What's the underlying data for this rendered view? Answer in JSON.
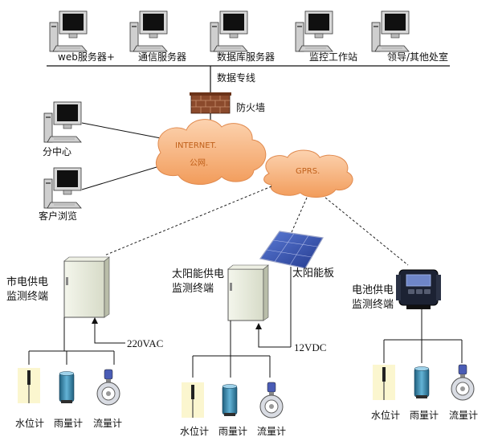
{
  "servers": [
    {
      "label": "web服务器+",
      "icon": "server-computer-icon"
    },
    {
      "label": "通信服务器",
      "icon": "server-computer-icon"
    },
    {
      "label": "数据库服务器",
      "icon": "server-computer-icon"
    },
    {
      "label": "监控工作站",
      "icon": "server-computer-icon"
    },
    {
      "label": "领导/其他处室",
      "icon": "server-computer-icon"
    }
  ],
  "network": {
    "data_line": "数据专线",
    "firewall": "防火墙",
    "internet_line1": "INTERNET.",
    "internet_line2": "公网.",
    "gprs": "GPRS."
  },
  "clients": {
    "branch_center": "分中心",
    "customer_browse": "客户浏览"
  },
  "terminals": {
    "mains": {
      "line1": "市电供电",
      "line2": "监测终端",
      "voltage": "220VAC"
    },
    "solar": {
      "line1": "太阳能供电",
      "line2": "监测终端",
      "panel": "太阳能板",
      "voltage": "12VDC"
    },
    "battery": {
      "line1": "电池供电",
      "line2": "监测终端"
    }
  },
  "sensors": {
    "water_level": "水位计",
    "rain_gauge": "雨量计",
    "flow_meter": "流量计"
  },
  "colors": {
    "cloud_fill": "#f7b27a",
    "cloud_text": "#c0601a",
    "cabinet_fill": "#e9ecdf",
    "firewall_fill": "#8b4a2c",
    "line": "#111111"
  }
}
